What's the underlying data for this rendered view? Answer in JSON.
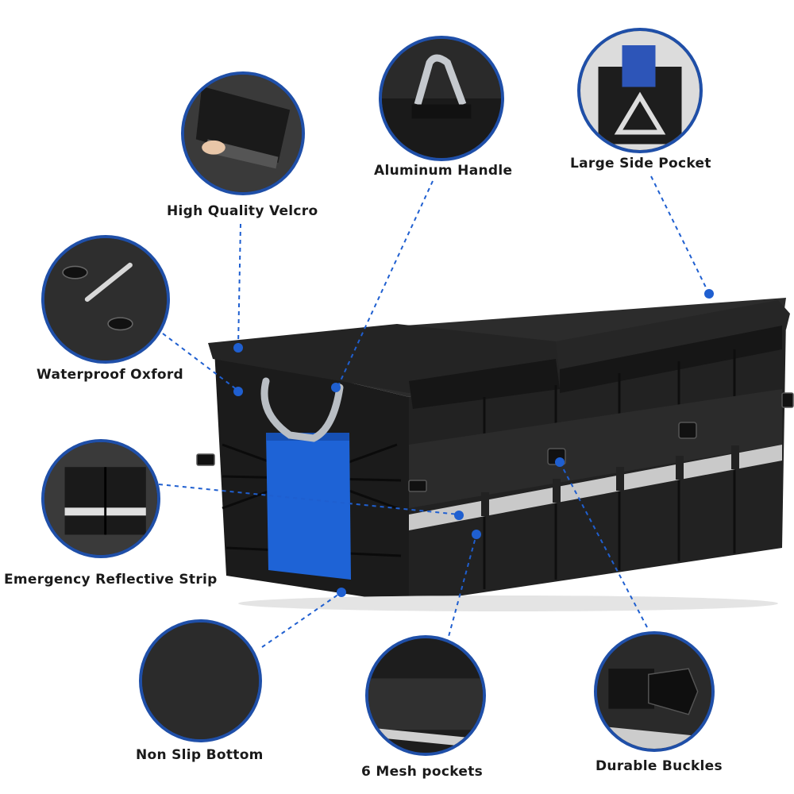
{
  "features": {
    "velcro": "High Quality Velcro",
    "handle": "Aluminum Handle",
    "side_pocket": "Large Side Pocket",
    "oxford": "Waterproof Oxford",
    "reflective": "Emergency Reflective Strip",
    "non_slip": "Non Slip Bottom",
    "mesh": "6 Mesh pockets",
    "buckles": "Durable Buckles"
  },
  "colors": {
    "accent_blue": "#1f4fa8",
    "dot_blue": "#1f5fd0",
    "box_black": "#1b1b1b",
    "blue_panel": "#1e63d6",
    "reflective": "#c9c9c9"
  },
  "icons": [
    "velcro-closeup-icon",
    "handle-closeup-icon",
    "side-pocket-closeup-icon",
    "oxford-closeup-icon",
    "reflective-closeup-icon",
    "non-slip-closeup-icon",
    "mesh-closeup-icon",
    "buckle-closeup-icon"
  ]
}
